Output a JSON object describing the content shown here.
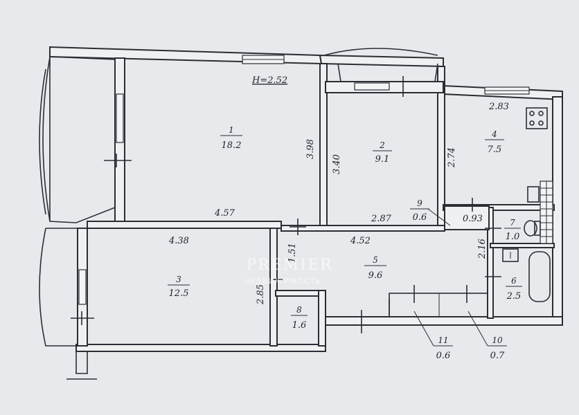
{
  "plan": {
    "ceiling_height": "H=2.52",
    "rooms": [
      {
        "id": "1",
        "area": "18.2"
      },
      {
        "id": "2",
        "area": "9.1"
      },
      {
        "id": "3",
        "area": "12.5"
      },
      {
        "id": "4",
        "area": "7.5"
      },
      {
        "id": "5",
        "area": "9.6"
      },
      {
        "id": "6",
        "area": "2.5"
      },
      {
        "id": "7",
        "area": "1.0"
      },
      {
        "id": "8",
        "area": "1.6"
      },
      {
        "id": "9",
        "area": "0.6"
      },
      {
        "id": "10",
        "area": "0.7"
      },
      {
        "id": "11",
        "area": "0.6"
      }
    ],
    "dimensions": {
      "room1_width": "4.57",
      "room1_depth": "3.98",
      "room2_depth": "3.40",
      "room2_width": "2.87",
      "room3_width": "4.38",
      "room3_depth": "2.85",
      "room4_width": "2.83",
      "room4_depth": "2.74",
      "hall_width": "4.52",
      "hall_short": "1.51",
      "hall_depth": "2.16",
      "closet9": "0.93"
    }
  },
  "watermark": {
    "brand": "PREMIER",
    "sub": "НЕДВИЖИМОСТЬ"
  }
}
